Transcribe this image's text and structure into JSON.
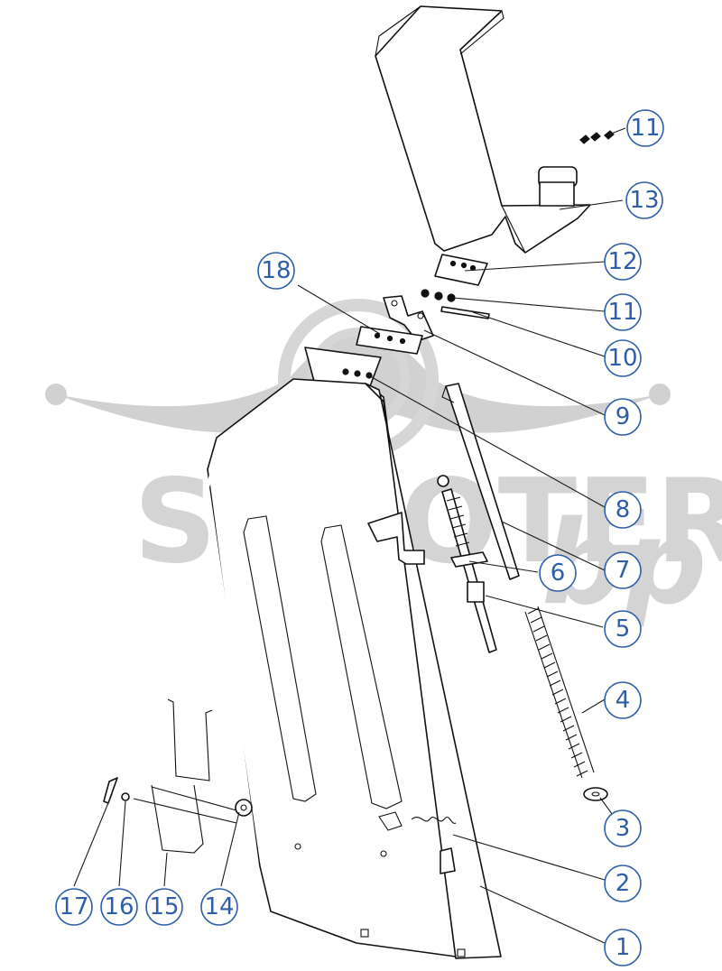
{
  "watermark": {
    "brand_text": "SCOOTER",
    "suffix_text": "bp"
  },
  "callouts": [
    {
      "number": "1"
    },
    {
      "number": "2"
    },
    {
      "number": "3"
    },
    {
      "number": "4"
    },
    {
      "number": "5"
    },
    {
      "number": "6"
    },
    {
      "number": "7"
    },
    {
      "number": "8"
    },
    {
      "number": "9"
    },
    {
      "number": "10"
    },
    {
      "number": "11"
    },
    {
      "number": "11"
    },
    {
      "number": "12"
    },
    {
      "number": "13"
    },
    {
      "number": "14"
    },
    {
      "number": "15"
    },
    {
      "number": "16"
    },
    {
      "number": "17"
    },
    {
      "number": "18"
    }
  ],
  "colors": {
    "callout_blue": "#2f5ea8",
    "line_black": "#111111",
    "watermark_gray": "#cfcfcf"
  }
}
